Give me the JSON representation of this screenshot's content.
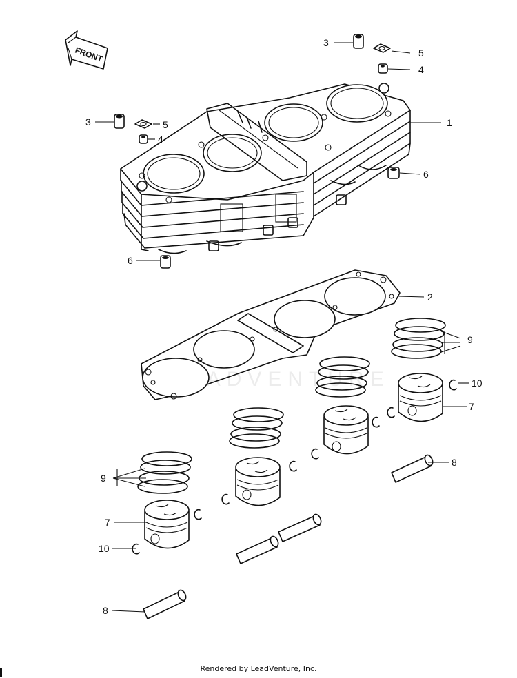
{
  "watermark": "LEADVENTURE",
  "front_arrow": {
    "label": "FRONT"
  },
  "callouts": [
    {
      "id": "3a",
      "number": "3"
    },
    {
      "id": "5a",
      "number": "5"
    },
    {
      "id": "4a",
      "number": "4"
    },
    {
      "id": "3b",
      "number": "3"
    },
    {
      "id": "5b",
      "number": "5"
    },
    {
      "id": "4b",
      "number": "4"
    },
    {
      "id": "1",
      "number": "1"
    },
    {
      "id": "6a",
      "number": "6"
    },
    {
      "id": "6b",
      "number": "6"
    },
    {
      "id": "2",
      "number": "2"
    },
    {
      "id": "9a",
      "number": "9"
    },
    {
      "id": "10a",
      "number": "10"
    },
    {
      "id": "7a",
      "number": "7"
    },
    {
      "id": "8a",
      "number": "8"
    },
    {
      "id": "9b",
      "number": "9"
    },
    {
      "id": "7b",
      "number": "7"
    },
    {
      "id": "10b",
      "number": "10"
    },
    {
      "id": "8b",
      "number": "8"
    }
  ],
  "footer": {
    "text": "Rendered by LeadVenture, Inc."
  }
}
